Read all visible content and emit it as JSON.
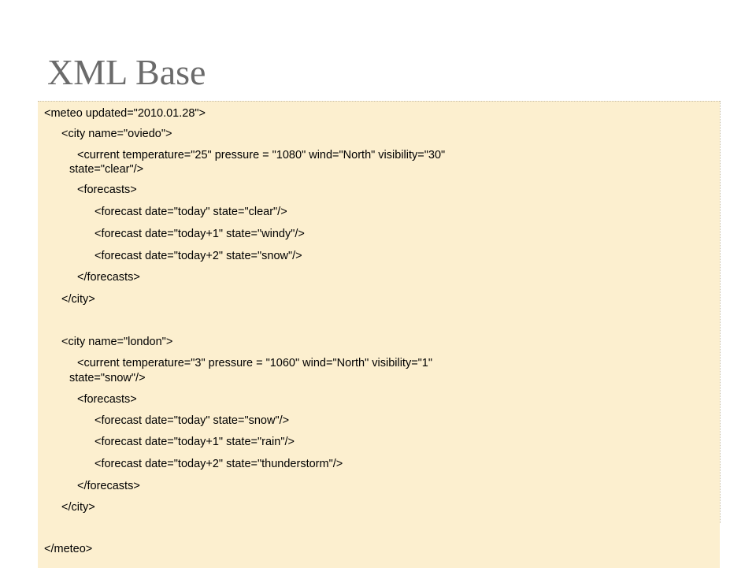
{
  "slide": {
    "title": "XML Base"
  },
  "code": {
    "lines": [
      "<meteo updated=\"2010.01.28\">",
      "<city name=\"oviedo\">",
      "<current temperature=\"25\" pressure = \"1080\" wind=\"North\" visibility=\"30\"",
      "state=\"clear\"/>",
      "<forecasts>",
      "<forecast date=\"today\" state=\"clear\"/>",
      "<forecast date=\"today+1\" state=\"windy\"/>",
      "<forecast date=\"today+2\" state=\"snow\"/>",
      "</forecasts>",
      "</city>",
      "<city name=\"london\">",
      "<current temperature=\"3\" pressure = \"1060\" wind=\"North\" visibility=\"1\"",
      "state=\"snow\"/>",
      "<forecasts>",
      "<forecast date=\"today\" state=\"snow\"/>",
      "<forecast date=\"today+1\" state=\"rain\"/>",
      "<forecast date=\"today+2\" state=\"thunderstorm\"/>",
      "</forecasts>",
      "</city>",
      "</meteo>"
    ]
  }
}
